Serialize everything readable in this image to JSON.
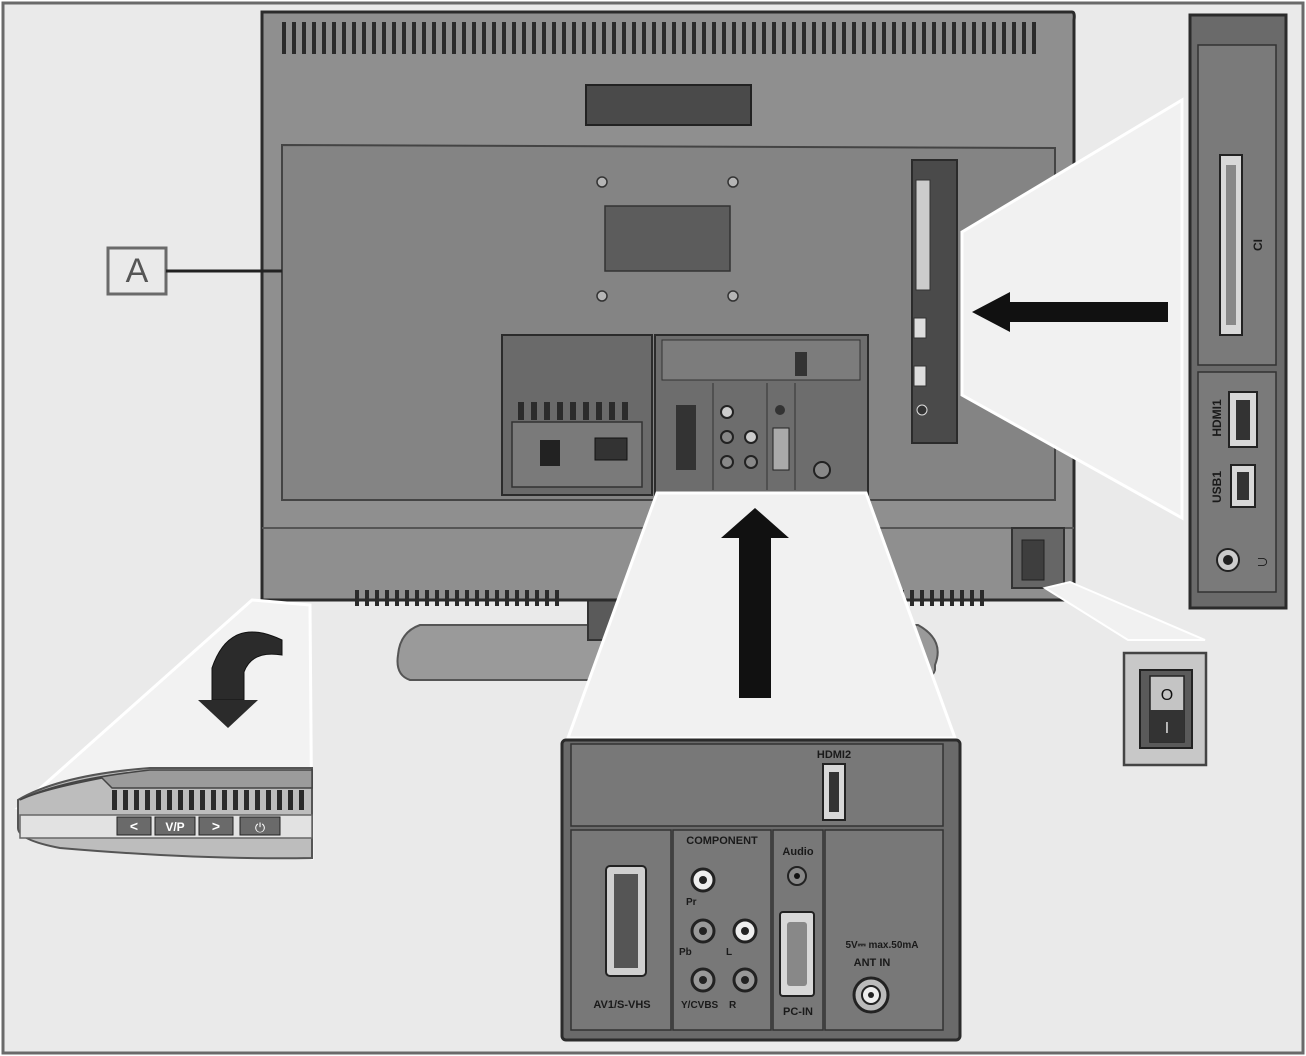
{
  "callout_letter": "A",
  "front_buttons": {
    "prev": "<",
    "vp": "V/P",
    "next": ">",
    "power_symbol": "⏻"
  },
  "side_panel": {
    "ci": "CI",
    "hdmi1": "HDMI1",
    "usb1": "USB1",
    "headphone_symbol": "∩"
  },
  "rear_panel": {
    "hdmi2": "HDMI2",
    "component": "COMPONENT",
    "pr": "Pr",
    "pb": "Pb",
    "l": "L",
    "y_cvbs": "Y/CVBS",
    "r": "R",
    "audio": "Audio",
    "pc_in": "PC-IN",
    "av1": "AV1/S-VHS",
    "ant_power": "5V⎓ max.50mA",
    "ant_in": "ANT IN"
  },
  "switch": {
    "off": "O",
    "on": "I"
  },
  "colors": {
    "background": "#eaeaea",
    "tv_body": "#8c8c8c",
    "panel_dark": "#5e5e5e",
    "outline": "#2b2b2b"
  }
}
